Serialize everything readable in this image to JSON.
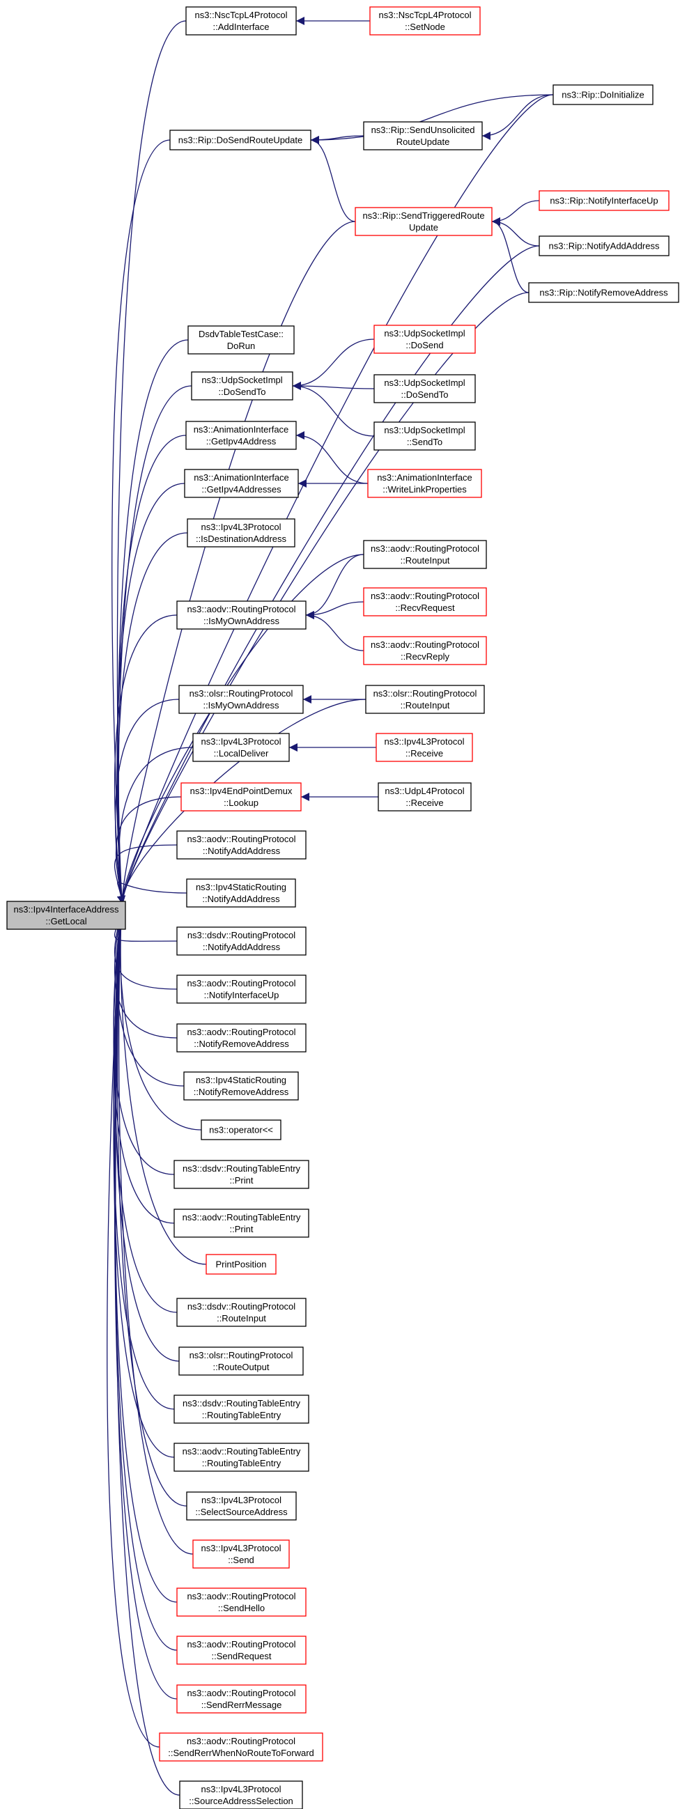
{
  "graph": {
    "colors": {
      "edge": "#191970",
      "border_normal": "#000000",
      "border_truncated": "#ff0000",
      "root_fill": "#bfbfbf",
      "node_fill": "#ffffff"
    },
    "nodes": [
      {
        "id": "root",
        "lines": [
          "ns3::Ipv4InterfaceAddress",
          "::GetLocal"
        ],
        "style": "root"
      },
      {
        "id": "nsc_add_if",
        "lines": [
          "ns3::NscTcpL4Protocol",
          "::AddInterface"
        ],
        "style": "normal"
      },
      {
        "id": "nsc_set_node",
        "lines": [
          "ns3::NscTcpL4Protocol",
          "::SetNode"
        ],
        "style": "truncated"
      },
      {
        "id": "rip_init",
        "lines": [
          "ns3::Rip::DoInitialize"
        ],
        "style": "normal"
      },
      {
        "id": "rip_dosend",
        "lines": [
          "ns3::Rip::DoSendRouteUpdate"
        ],
        "style": "normal"
      },
      {
        "id": "rip_unsol",
        "lines": [
          "ns3::Rip::SendUnsolicited",
          "RouteUpdate"
        ],
        "style": "normal"
      },
      {
        "id": "rip_trig",
        "lines": [
          "ns3::Rip::SendTriggeredRoute",
          "Update"
        ],
        "style": "truncated"
      },
      {
        "id": "rip_nif_up",
        "lines": [
          "ns3::Rip::NotifyInterfaceUp"
        ],
        "style": "truncated"
      },
      {
        "id": "rip_nadd",
        "lines": [
          "ns3::Rip::NotifyAddAddress"
        ],
        "style": "normal"
      },
      {
        "id": "rip_nrem",
        "lines": [
          "ns3::Rip::NotifyRemoveAddress"
        ],
        "style": "normal"
      },
      {
        "id": "dsdv_test",
        "lines": [
          "DsdvTableTestCase::",
          "DoRun"
        ],
        "style": "normal"
      },
      {
        "id": "udp_dosendto",
        "lines": [
          "ns3::UdpSocketImpl",
          "::DoSendTo"
        ],
        "style": "normal"
      },
      {
        "id": "udp_dosend",
        "lines": [
          "ns3::UdpSocketImpl",
          "::DoSend"
        ],
        "style": "truncated"
      },
      {
        "id": "udp_dosendto2",
        "lines": [
          "ns3::UdpSocketImpl",
          "::DoSendTo"
        ],
        "style": "normal"
      },
      {
        "id": "udp_sendto",
        "lines": [
          "ns3::UdpSocketImpl",
          "::SendTo"
        ],
        "style": "normal"
      },
      {
        "id": "anim_get4",
        "lines": [
          "ns3::AnimationInterface",
          "::GetIpv4Address"
        ],
        "style": "normal"
      },
      {
        "id": "anim_get4s",
        "lines": [
          "ns3::AnimationInterface",
          "::GetIpv4Addresses"
        ],
        "style": "normal"
      },
      {
        "id": "anim_wlp",
        "lines": [
          "ns3::AnimationInterface",
          "::WriteLinkProperties"
        ],
        "style": "truncated"
      },
      {
        "id": "ipv4l3_isdest",
        "lines": [
          "ns3::Ipv4L3Protocol",
          "::IsDestinationAddress"
        ],
        "style": "normal"
      },
      {
        "id": "aodv_rinput",
        "lines": [
          "ns3::aodv::RoutingProtocol",
          "::RouteInput"
        ],
        "style": "normal"
      },
      {
        "id": "aodv_ismy",
        "lines": [
          "ns3::aodv::RoutingProtocol",
          "::IsMyOwnAddress"
        ],
        "style": "normal"
      },
      {
        "id": "aodv_rreq",
        "lines": [
          "ns3::aodv::RoutingProtocol",
          "::RecvRequest"
        ],
        "style": "truncated"
      },
      {
        "id": "aodv_rrep",
        "lines": [
          "ns3::aodv::RoutingProtocol",
          "::RecvReply"
        ],
        "style": "truncated"
      },
      {
        "id": "olsr_ismy",
        "lines": [
          "ns3::olsr::RoutingProtocol",
          "::IsMyOwnAddress"
        ],
        "style": "normal"
      },
      {
        "id": "olsr_rinput",
        "lines": [
          "ns3::olsr::RoutingProtocol",
          "::RouteInput"
        ],
        "style": "normal"
      },
      {
        "id": "ipv4l3_ldel",
        "lines": [
          "ns3::Ipv4L3Protocol",
          "::LocalDeliver"
        ],
        "style": "normal"
      },
      {
        "id": "ipv4l3_recv",
        "lines": [
          "ns3::Ipv4L3Protocol",
          "::Receive"
        ],
        "style": "truncated"
      },
      {
        "id": "ep_lookup",
        "lines": [
          "ns3::Ipv4EndPointDemux",
          "::Lookup"
        ],
        "style": "truncated"
      },
      {
        "id": "udpl4_recv",
        "lines": [
          "ns3::UdpL4Protocol",
          "::Receive"
        ],
        "style": "normal"
      },
      {
        "id": "aodv_nadd",
        "lines": [
          "ns3::aodv::RoutingProtocol",
          "::NotifyAddAddress"
        ],
        "style": "normal"
      },
      {
        "id": "stat_nadd",
        "lines": [
          "ns3::Ipv4StaticRouting",
          "::NotifyAddAddress"
        ],
        "style": "normal"
      },
      {
        "id": "dsdv_nadd",
        "lines": [
          "ns3::dsdv::RoutingProtocol",
          "::NotifyAddAddress"
        ],
        "style": "normal"
      },
      {
        "id": "aodv_nifup",
        "lines": [
          "ns3::aodv::RoutingProtocol",
          "::NotifyInterfaceUp"
        ],
        "style": "normal"
      },
      {
        "id": "aodv_nrem",
        "lines": [
          "ns3::aodv::RoutingProtocol",
          "::NotifyRemoveAddress"
        ],
        "style": "normal"
      },
      {
        "id": "stat_nrem",
        "lines": [
          "ns3::Ipv4StaticRouting",
          "::NotifyRemoveAddress"
        ],
        "style": "normal"
      },
      {
        "id": "op_lshift",
        "lines": [
          "ns3::operator<<"
        ],
        "style": "normal"
      },
      {
        "id": "dsdv_rte_print",
        "lines": [
          "ns3::dsdv::RoutingTableEntry",
          "::Print"
        ],
        "style": "normal"
      },
      {
        "id": "aodv_rte_print",
        "lines": [
          "ns3::aodv::RoutingTableEntry",
          "::Print"
        ],
        "style": "normal"
      },
      {
        "id": "print_pos",
        "lines": [
          "PrintPosition"
        ],
        "style": "truncated"
      },
      {
        "id": "dsdv_rinput",
        "lines": [
          "ns3::dsdv::RoutingProtocol",
          "::RouteInput"
        ],
        "style": "normal"
      },
      {
        "id": "olsr_routput",
        "lines": [
          "ns3::olsr::RoutingProtocol",
          "::RouteOutput"
        ],
        "style": "normal"
      },
      {
        "id": "dsdv_rte_ctor",
        "lines": [
          "ns3::dsdv::RoutingTableEntry",
          "::RoutingTableEntry"
        ],
        "style": "normal"
      },
      {
        "id": "aodv_rte_ctor",
        "lines": [
          "ns3::aodv::RoutingTableEntry",
          "::RoutingTableEntry"
        ],
        "style": "normal"
      },
      {
        "id": "ipv4l3_ssa",
        "lines": [
          "ns3::Ipv4L3Protocol",
          "::SelectSourceAddress"
        ],
        "style": "normal"
      },
      {
        "id": "ipv4l3_send",
        "lines": [
          "ns3::Ipv4L3Protocol",
          "::Send"
        ],
        "style": "truncated"
      },
      {
        "id": "aodv_shello",
        "lines": [
          "ns3::aodv::RoutingProtocol",
          "::SendHello"
        ],
        "style": "truncated"
      },
      {
        "id": "aodv_sreq",
        "lines": [
          "ns3::aodv::RoutingProtocol",
          "::SendRequest"
        ],
        "style": "truncated"
      },
      {
        "id": "aodv_srerr",
        "lines": [
          "ns3::aodv::RoutingProtocol",
          "::SendRerrMessage"
        ],
        "style": "truncated"
      },
      {
        "id": "aodv_srerr_nrf",
        "lines": [
          "ns3::aodv::RoutingProtocol",
          "::SendRerrWhenNoRouteToForward"
        ],
        "style": "truncated"
      },
      {
        "id": "ipv4l3_sas",
        "lines": [
          "ns3::Ipv4L3Protocol",
          "::SourceAddressSelection"
        ],
        "style": "normal"
      }
    ]
  }
}
